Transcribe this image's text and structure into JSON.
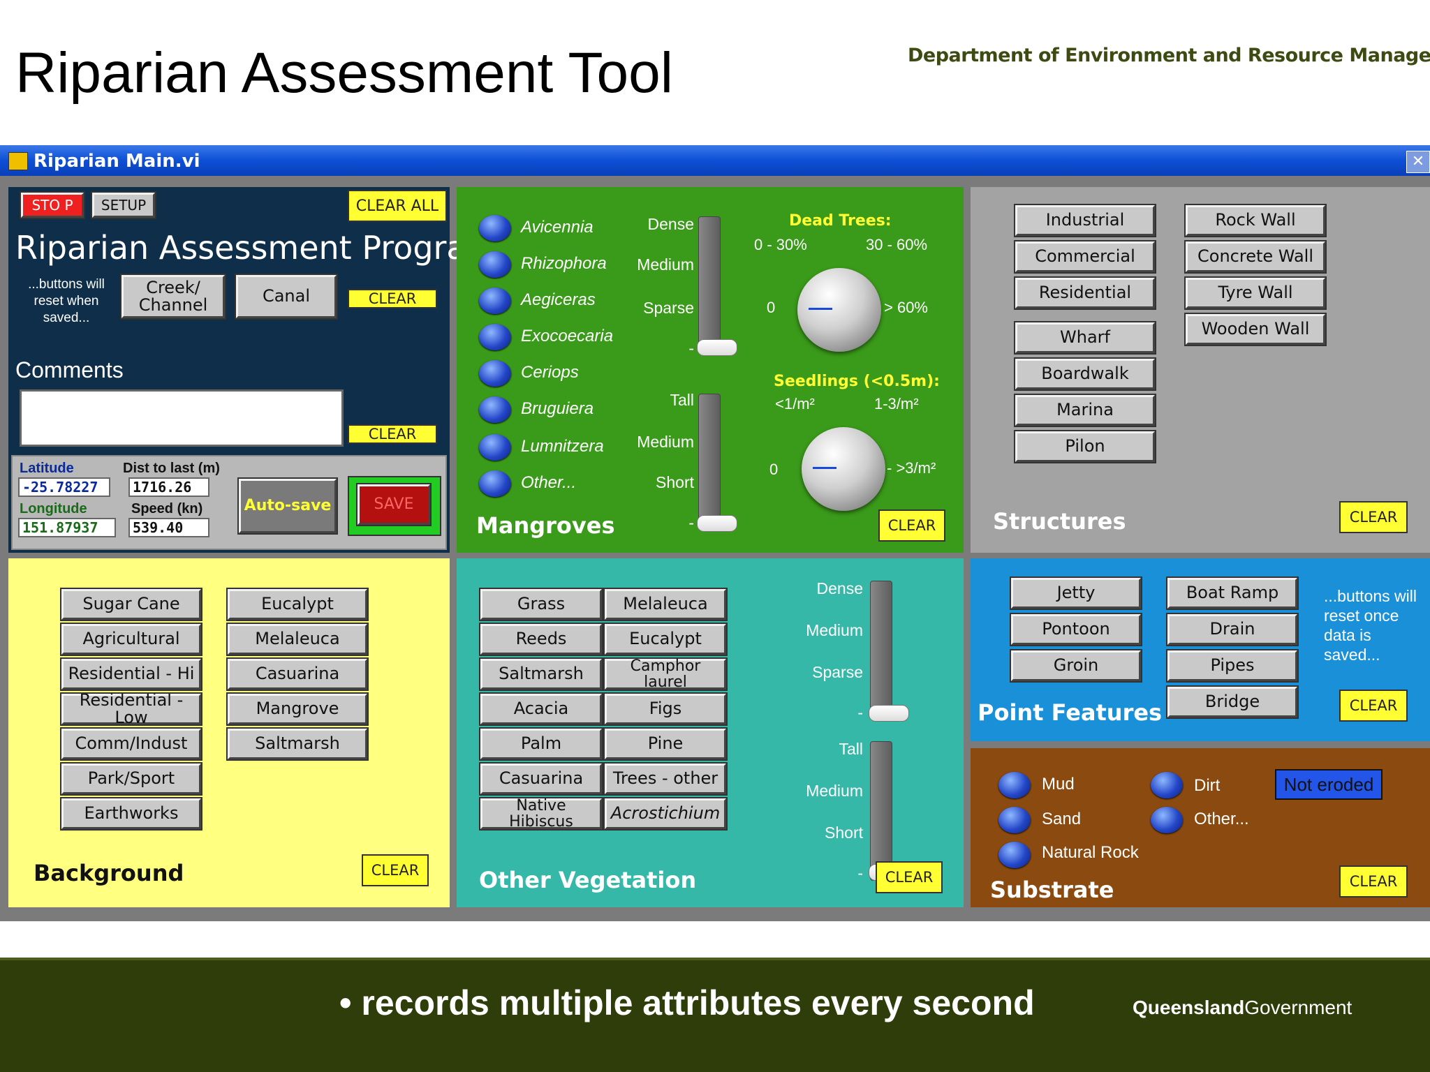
{
  "slide": {
    "title": "Riparian Assessment Tool",
    "department": "Department of Environment and Resource Management",
    "footer_bullet": "• records multiple attributes every second",
    "logo_text_bold": "Queensland",
    "logo_text": "Government"
  },
  "window": {
    "title": "Riparian Main.vi",
    "close": "✕"
  },
  "control": {
    "stop": "STO P",
    "setup": "SETUP",
    "clear_all": "CLEAR ALL",
    "program_title": "Riparian Assessment Program",
    "note": "...buttons will reset when saved...",
    "creek": "Creek/ Channel",
    "canal": "Canal",
    "clear": "CLEAR",
    "comments_label": "Comments",
    "comments_value": "",
    "comments_clear": "CLEAR",
    "latitude_label": "Latitude",
    "latitude": "-25.78227",
    "longitude_label": "Longitude",
    "longitude": "151.87937",
    "dist_label": "Dist to last (m)",
    "dist": "1716.26",
    "speed_label": "Speed (kn)",
    "speed": "539.40",
    "autosave": "Auto-save",
    "save": "SAVE"
  },
  "mangroves": {
    "title": "Mangroves",
    "species": [
      "Avicennia",
      "Rhizophora",
      "Aegiceras",
      "Exocoecaria",
      "Ceriops",
      "Bruguiera",
      "Lumnitzera",
      "Other..."
    ],
    "density_scale": [
      "Dense",
      "Medium",
      "Sparse",
      "-"
    ],
    "height_scale": [
      "Tall",
      "Medium",
      "Short",
      "-"
    ],
    "dead_title": "Dead Trees:",
    "dead_labels": [
      "0 - 30%",
      "30 - 60%",
      "0",
      "> 60%"
    ],
    "seed_title": "Seedlings (<0.5m):",
    "seed_labels": [
      "<1/m²",
      "1-3/m²",
      "0",
      "- >3/m²"
    ],
    "clear": "CLEAR"
  },
  "structures": {
    "title": "Structures",
    "col1": [
      "Industrial",
      "Commercial",
      "Residential",
      "Wharf",
      "Boardwalk",
      "Marina",
      "Pilon"
    ],
    "col2": [
      "Rock Wall",
      "Concrete Wall",
      "Tyre Wall",
      "Wooden Wall"
    ],
    "clear": "CLEAR"
  },
  "background": {
    "title": "Background",
    "col1": [
      "Sugar Cane",
      "Agricultural",
      "Residential - Hi",
      "Residential - Low",
      "Comm/Indust",
      "Park/Sport",
      "Earthworks"
    ],
    "col2": [
      "Eucalypt",
      "Melaleuca",
      "Casuarina",
      "Mangrove",
      "Saltmarsh"
    ],
    "clear": "CLEAR"
  },
  "vegetation": {
    "title": "Other Vegetation",
    "col1": [
      "Grass",
      "Reeds",
      "Saltmarsh",
      "Acacia",
      "Palm",
      "Casuarina",
      "Native Hibiscus"
    ],
    "col2": [
      "Melaleuca",
      "Eucalypt",
      "Camphor laurel",
      "Figs",
      "Pine",
      "Trees - other",
      "Acrostichium"
    ],
    "density_scale": [
      "Dense",
      "Medium",
      "Sparse",
      "-"
    ],
    "height_scale": [
      "Tall",
      "Medium",
      "Short",
      "-"
    ],
    "clear": "CLEAR"
  },
  "points": {
    "title": "Point Features",
    "col1": [
      "Jetty",
      "Pontoon",
      "Groin"
    ],
    "col2": [
      "Boat Ramp",
      "Drain",
      "Pipes",
      "Bridge"
    ],
    "note": "...buttons will reset once data is saved...",
    "clear": "CLEAR"
  },
  "substrate": {
    "title": "Substrate",
    "items": [
      "Mud",
      "Sand",
      "Natural Rock",
      "Dirt",
      "Other..."
    ],
    "erosion": "Not eroded",
    "clear": "CLEAR"
  },
  "colors": {
    "control_bg": "#0f2e4a",
    "mangrove_bg": "#3a9a1a",
    "structure_bg": "#a3a3a3",
    "background_bg": "#ffff80",
    "vegetation_bg": "#36b8a8",
    "points_bg": "#1a90d8",
    "substrate_bg": "#8a4a10"
  }
}
